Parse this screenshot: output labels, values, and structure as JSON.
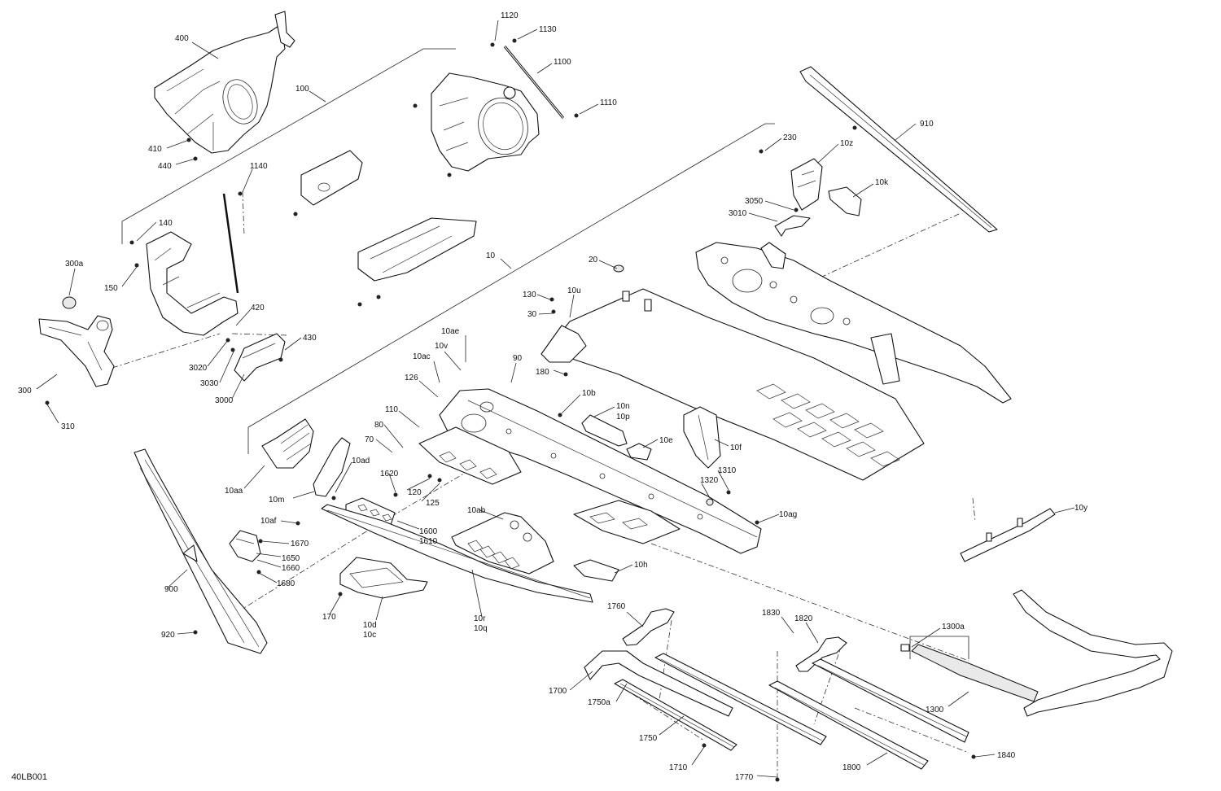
{
  "doc_id": "40LB001",
  "callouts": {
    "c400": "400",
    "c100": "100",
    "c410": "410",
    "c440": "440",
    "c1120": "1120",
    "c1130": "1130",
    "c1100": "1100",
    "c1110": "1110",
    "c910": "910",
    "c230": "230",
    "c10z": "10z",
    "c10k": "10k",
    "c3050": "3050",
    "c3010": "3010",
    "c1140": "1140",
    "c140": "140",
    "c150": "150",
    "c300a": "300a",
    "c420": "420",
    "c430": "430",
    "c3020": "3020",
    "c3030": "3030",
    "c3000": "3000",
    "c300": "300",
    "c310": "310",
    "c10": "10",
    "c20": "20",
    "c130": "130",
    "c10u": "10u",
    "c30": "30",
    "c10ae": "10ae",
    "c10v": "10v",
    "c10ac": "10ac",
    "c90": "90",
    "c126": "126",
    "c180": "180",
    "c10b": "10b",
    "c110": "110",
    "c10n": "10n",
    "c10p": "10p",
    "c80": "80",
    "c70": "70",
    "c10e": "10e",
    "c10f": "10f",
    "c10ad": "10ad",
    "c1620": "1620",
    "c1310": "1310",
    "c1320": "1320",
    "c10aa": "10aa",
    "c120": "120",
    "c125": "125",
    "c10m": "10m",
    "c10ab": "10ab",
    "c10ag": "10ag",
    "c10y": "10y",
    "c10af": "10af",
    "c1600": "1600",
    "c1610": "1610",
    "c1670": "1670",
    "c1650": "1650",
    "c1660": "1660",
    "c1680": "1680",
    "c10h": "10h",
    "c900": "900",
    "c170": "170",
    "c10d": "10d",
    "c10c": "10c",
    "c10r": "10r",
    "c10q": "10q",
    "c1760": "1760",
    "c1830": "1830",
    "c1820": "1820",
    "c1300a": "1300a",
    "c920": "920",
    "c1700": "1700",
    "c1750a": "1750a",
    "c1750": "1750",
    "c1300": "1300",
    "c1710": "1710",
    "c1770": "1770",
    "c1800": "1800",
    "c1840": "1840"
  }
}
